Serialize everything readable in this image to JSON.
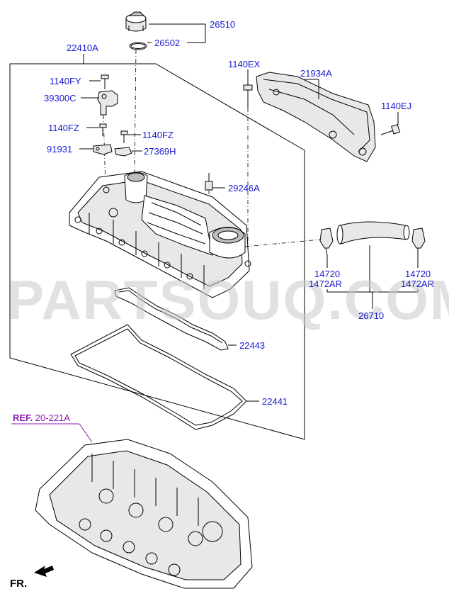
{
  "labels": {
    "cap": "26510",
    "oring": "26502",
    "cover_assy": "22410A",
    "bolt_fy": "1140FY",
    "sensor": "39300C",
    "bolt_fz_left": "1140FZ",
    "bolt_fz_right": "1140FZ",
    "bracket": "91931",
    "clip": "27369H",
    "bolt_ex": "1140EX",
    "shield": "21934A",
    "bolt_ej": "1140EJ",
    "plug": "29246A",
    "hose_clamp_left": "14720",
    "hose_clamp_left_alt": "1472AR",
    "hose_clamp_right": "14720",
    "hose_clamp_right_alt": "1472AR",
    "hose": "26710",
    "gasket_upper": "22443",
    "gasket_lower": "22441",
    "ref_prefix": "REF.",
    "ref_number": "20-221A",
    "front": "FR."
  },
  "watermark": "PARTSOUQ.COM",
  "colors": {
    "label": "#1a1ad0",
    "reference": "#8a1fb0",
    "line": "#000000",
    "watermark": "#c9c9c9"
  },
  "icons": {
    "front_arrow": "arrow-left-down-icon"
  }
}
